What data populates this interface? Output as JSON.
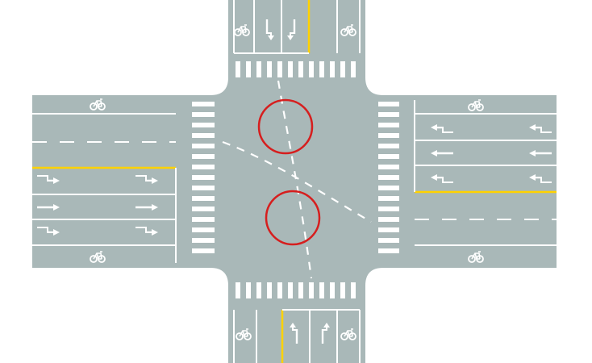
{
  "diagram": {
    "subject": "intersection-plan-view",
    "colors": {
      "road": "#a9b8b8",
      "marking": "#ffffff",
      "center_line": "#ffd200",
      "highlight_circle": "#d61e1e",
      "background": "#ffffff"
    },
    "icons": {
      "bicycle": "bicycle-icon",
      "straight_arrow": "straight-arrow-icon",
      "left_turn_arrow": "left-turn-arrow-icon",
      "straight_or_left_arrow": "straight-left-arrow-icon"
    },
    "highlights": [
      {
        "name": "upper-highlight-circle"
      },
      {
        "name": "lower-highlight-circle"
      }
    ]
  }
}
